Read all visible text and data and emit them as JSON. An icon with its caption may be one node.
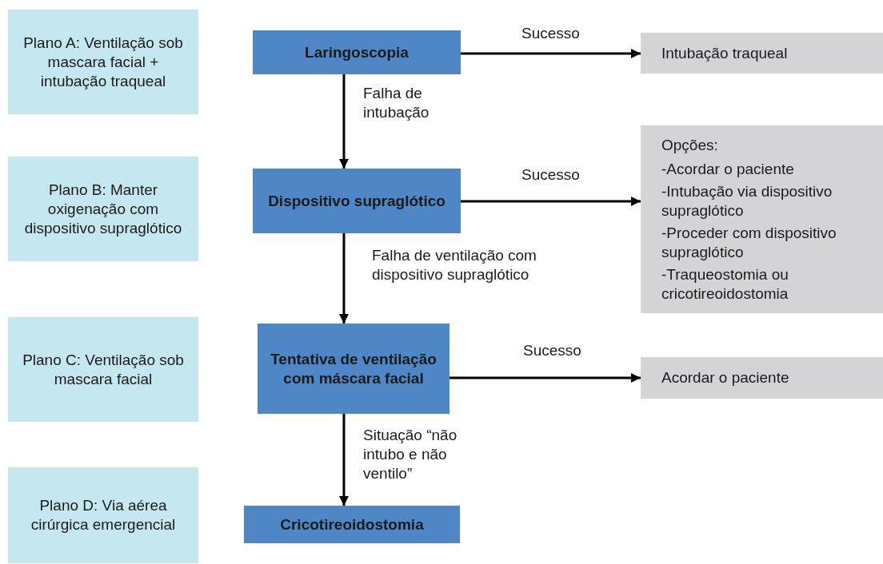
{
  "diagram": {
    "nodes": [
      {
        "text": [
          "Plano A: Ventilação sob mascara facial + intubação traqueal"
        ]
      },
      {
        "text": [
          "Laringoscopia"
        ]
      },
      {
        "text": [
          "Intubação traqueal"
        ]
      },
      {
        "text": [
          "Plano B: Manter oxigenação com dispositivo supraglótico"
        ]
      },
      {
        "text": [
          "Dispositivo supraglótico"
        ]
      },
      {
        "text": [
          "Opções:",
          "-Acordar o paciente",
          "-Intubação via dispositivo supraglótico",
          "-Proceder com dispositivo supraglótico",
          "-Traqueostomia ou cricotireoidostomia"
        ]
      },
      {
        "text": [
          "Plano C: Ventilação sob mascara facial"
        ]
      },
      {
        "text": [
          "Tentativa de ventilação com máscara facial"
        ]
      },
      {
        "text": [
          "Acordar o paciente"
        ]
      },
      {
        "text": [
          "Plano D: Via aérea cirúrgica emergencial"
        ]
      },
      {
        "text": [
          "Cricotireoidostomia"
        ]
      }
    ],
    "edges": [
      {
        "from": 1,
        "to": 2,
        "arrow": "to",
        "label": "Sucesso"
      },
      {
        "from": 1,
        "to": 4,
        "arrow": "to",
        "label": "Falha de intubação"
      },
      {
        "from": 4,
        "to": 5,
        "arrow": "to",
        "label": "Sucesso"
      },
      {
        "from": 4,
        "to": 7,
        "arrow": "to",
        "label": "Falha de ventilação com dispositivo supraglótico"
      },
      {
        "from": 7,
        "to": 8,
        "arrow": "to",
        "label": "Sucesso"
      },
      {
        "from": 7,
        "to": 10,
        "arrow": "to",
        "label": "Situação “não intubo e não ventilo”"
      }
    ]
  }
}
